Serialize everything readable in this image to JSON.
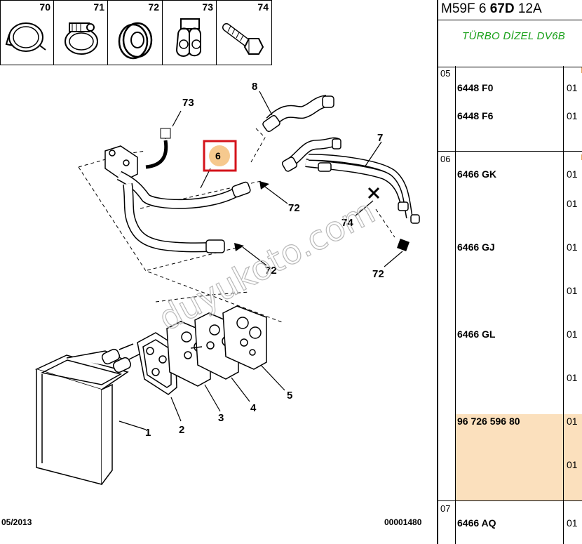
{
  "icons": [
    {
      "num": "70",
      "icon": "hose-clamp-band-icon"
    },
    {
      "num": "71",
      "icon": "worm-drive-clamp-icon"
    },
    {
      "num": "72",
      "icon": "grommet-icon"
    },
    {
      "num": "73",
      "icon": "hose-clip-bracket-icon"
    },
    {
      "num": "74",
      "icon": "bolt-icon"
    }
  ],
  "callouts": {
    "c1": "1",
    "c2": "2",
    "c3": "3",
    "c4": "4",
    "c5": "5",
    "c6": "6",
    "c7": "7",
    "c8": "8",
    "c72a": "72",
    "c72b": "72",
    "c72c": "72",
    "c73": "73",
    "c74": "74"
  },
  "watermark": "duyukoto.com",
  "footer": {
    "date": "05/2013",
    "doc_number": "00001480"
  },
  "header": {
    "code_prefix": "M59F 6 ",
    "code_bold": "67D",
    "code_suffix": " 12A",
    "description": "TÜRBO DİZEL DV6B"
  },
  "sections": [
    {
      "num": "05",
      "rows": [
        {
          "ref": "6448 F0",
          "qty": "01"
        },
        {
          "ref": "6448 F6",
          "qty": "01"
        }
      ]
    },
    {
      "num": "06",
      "rows": [
        {
          "ref": "6466 GK",
          "qty": "01"
        },
        {
          "ref": "",
          "qty": "01"
        },
        {
          "ref": "6466 GJ",
          "qty": "01"
        },
        {
          "ref": "",
          "qty": "01"
        },
        {
          "ref": "6466 GL",
          "qty": "01"
        },
        {
          "ref": "",
          "qty": "01"
        },
        {
          "ref": "96 726 596 80",
          "qty": "01"
        },
        {
          "ref": "",
          "qty": "01"
        }
      ]
    },
    {
      "num": "07",
      "rows": [
        {
          "ref": "6466 AQ",
          "qty": "01"
        }
      ]
    }
  ],
  "colors": {
    "highlight": "#fbe0bd",
    "callout_box": "#d4131b",
    "callout_fill": "#f6c98e",
    "description": "#18a018"
  }
}
